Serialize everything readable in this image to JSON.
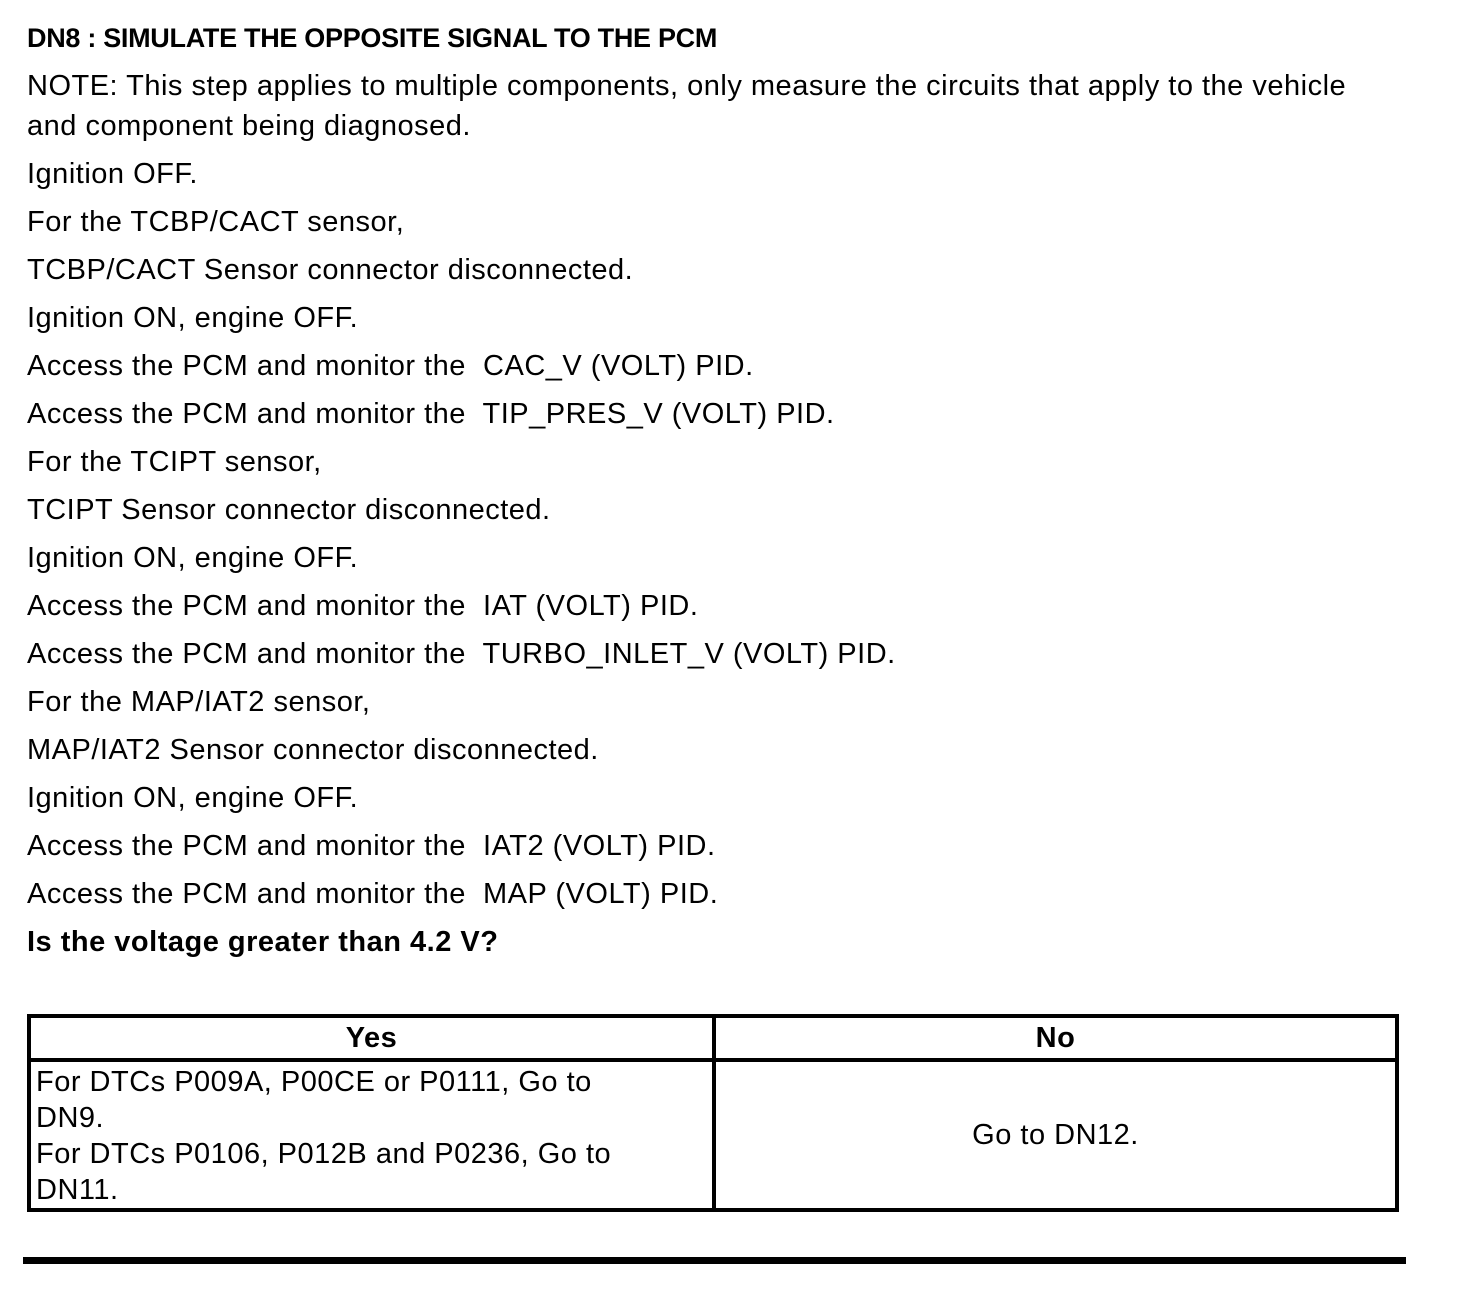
{
  "doc": {
    "title": "DN8 : SIMULATE THE OPPOSITE SIGNAL TO THE PCM",
    "note": "NOTE: This step applies to multiple components, only measure the circuits that apply to the vehicle and component being diagnosed.",
    "steps": [
      "Ignition OFF.",
      "For the TCBP/CACT sensor,",
      "TCBP/CACT Sensor connector disconnected.",
      "Ignition ON, engine OFF.",
      "Access the PCM and monitor the  CAC_V (VOLT) PID.",
      "Access the PCM and monitor the  TIP_PRES_V (VOLT) PID.",
      "For the TCIPT sensor,",
      "TCIPT Sensor connector disconnected.",
      "Ignition ON, engine OFF.",
      "Access the PCM and monitor the  IAT (VOLT) PID.",
      "Access the PCM and monitor the  TURBO_INLET_V (VOLT) PID.",
      "For the MAP/IAT2 sensor,",
      "MAP/IAT2 Sensor connector disconnected.",
      "Ignition ON, engine OFF.",
      "Access the PCM and monitor the  IAT2 (VOLT) PID.",
      "Access the PCM and monitor the  MAP (VOLT) PID."
    ],
    "question": "Is the voltage greater than 4.2 V?",
    "decision_table": {
      "yes_header": "Yes",
      "no_header": "No",
      "yes_lines": [
        "For DTCs P009A, P00CE or P0111, Go to",
        "DN9.",
        "For DTCs P0106, P012B and P0236, Go to",
        "DN11."
      ],
      "no_text": "Go to DN12."
    },
    "colors": {
      "ink": "#000000",
      "paper": "#ffffff"
    }
  }
}
